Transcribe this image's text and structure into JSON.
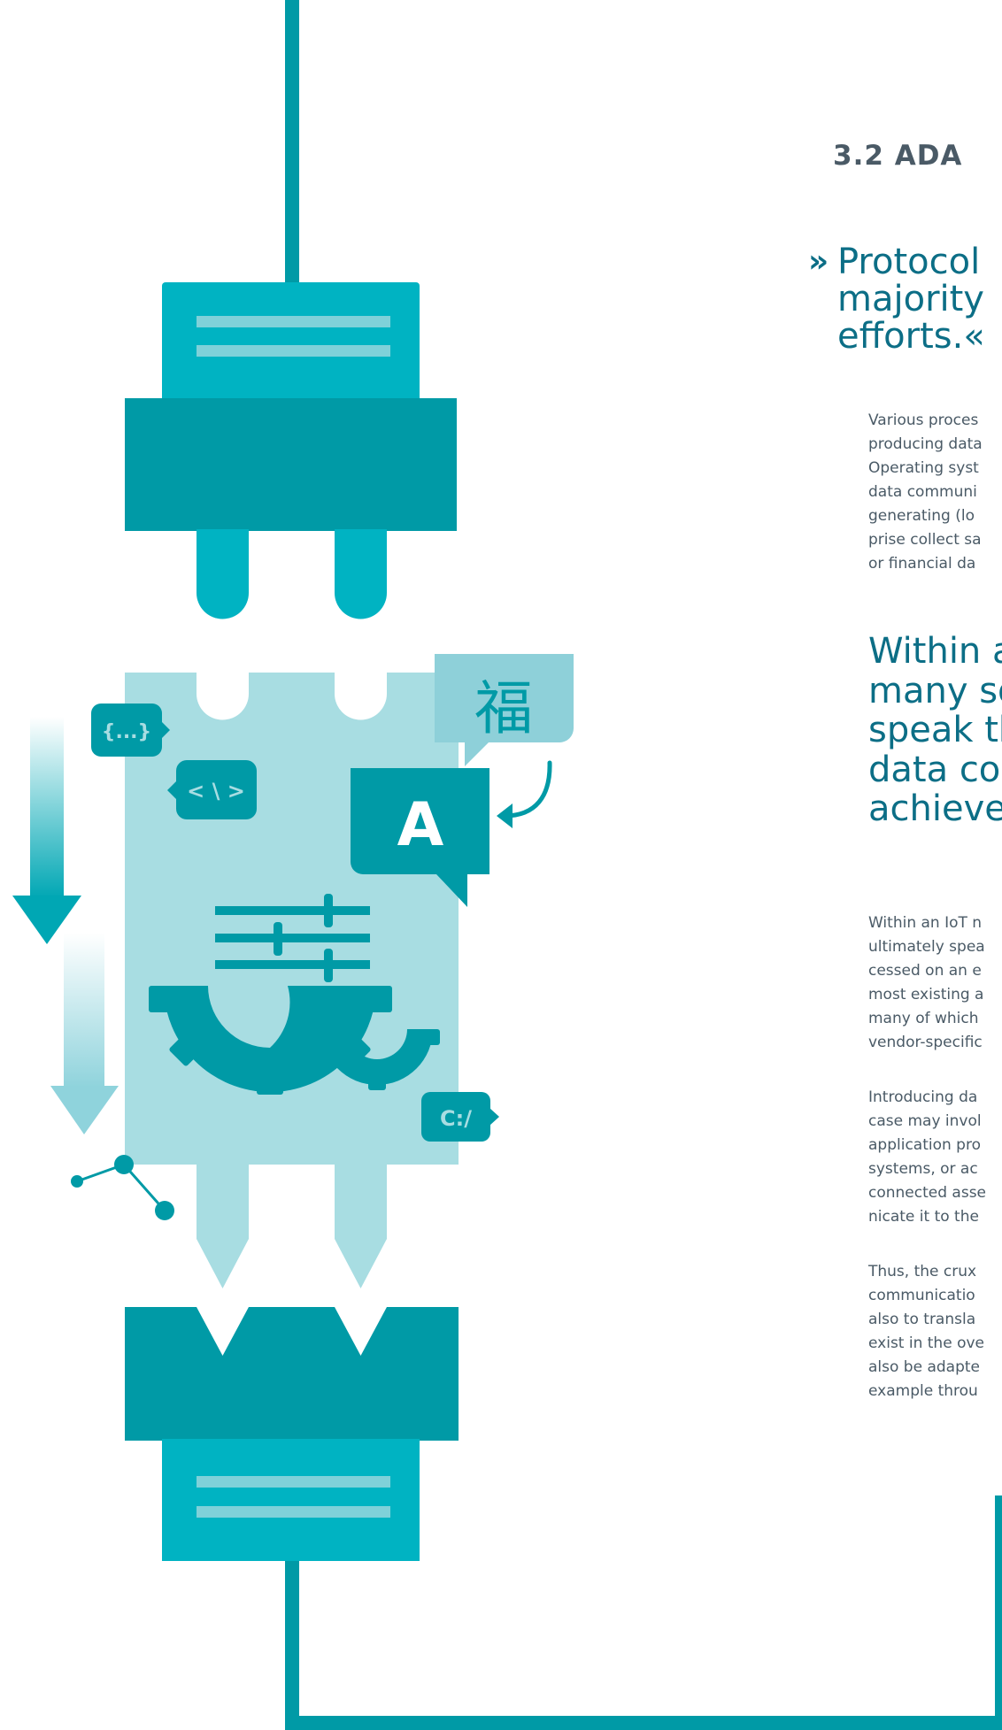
{
  "section": {
    "heading": "3.2 ADA"
  },
  "pull_quote": {
    "mark_open": "»",
    "lines": [
      "Protocol",
      "majority",
      "efforts.«"
    ]
  },
  "paragraph_1": [
    "Various proces",
    "producing data",
    "Operating syst",
    "data communi",
    "generating (lo",
    "prise collect sa",
    "or financial da"
  ],
  "highlight": [
    "Within a",
    "many so",
    "speak th",
    "data con",
    "achieved"
  ],
  "paragraph_2": [
    "Within an IoT n",
    "ultimately spea",
    "cessed on an e",
    "most existing a",
    "many of which",
    "vendor-specific"
  ],
  "paragraph_3": [
    "Introducing da",
    "case may invol",
    "application pro",
    "systems, or ac",
    "connected asse",
    "nicate it to the"
  ],
  "paragraph_4": [
    "Thus, the crux",
    "communicatio",
    "also to transla",
    "exist in the ove",
    "also be adapte",
    "example throu"
  ],
  "illustration": {
    "badges": {
      "json": "{...}",
      "code": "< \\ >",
      "path": "C:/"
    },
    "language_glyph": "福",
    "letter_glyph": "A"
  },
  "colors": {
    "teal_dark": "#009aa6",
    "teal_mid": "#00b3c2",
    "teal_light": "#a8dde2",
    "bubble_light": "#8ed0d9",
    "stripe": "#7fd1d9",
    "heading_text": "#4a5a66",
    "accent_text": "#0c6e86"
  }
}
